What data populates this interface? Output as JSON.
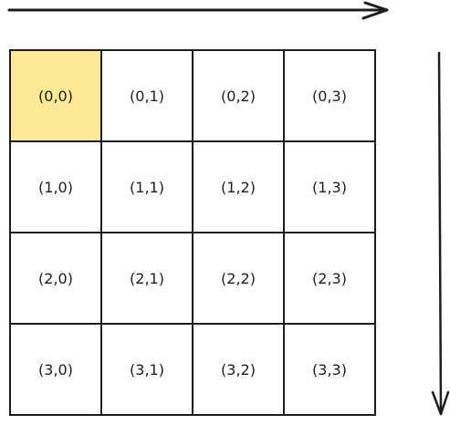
{
  "colors": {
    "stroke": "#1e1e1e",
    "highlight_fill": "#ffe999",
    "cell_fill": "#ffffff"
  },
  "arrows": {
    "horizontal_icon": "arrow-right-icon",
    "vertical_icon": "arrow-down-icon"
  },
  "grid": {
    "rows": 4,
    "cols": 4,
    "highlighted": [
      [
        0,
        0
      ]
    ],
    "cells": [
      [
        "(0,0)",
        "(0,1)",
        "(0,2)",
        "(0,3)"
      ],
      [
        "(1,0)",
        "(1,1)",
        "(1,2)",
        "(1,3)"
      ],
      [
        "(2,0)",
        "(2,1)",
        "(2,2)",
        "(2,3)"
      ],
      [
        "(3,0)",
        "(3,1)",
        "(3,2)",
        "(3,3)"
      ]
    ]
  }
}
